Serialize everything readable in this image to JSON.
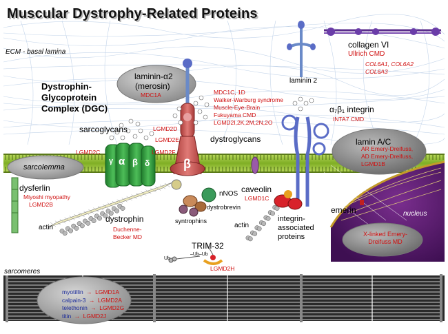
{
  "title": "Muscular Dystrophy-Related Proteins",
  "ecm_label": "ECM - basal lamina",
  "collagen": {
    "name": "collagen VI",
    "disease": "Ullrich CMD",
    "genes": [
      "COL6A1, COL6A2",
      "COL6A3"
    ]
  },
  "laminin_a2": {
    "name": "laminin-α2",
    "alt": "(merosin)",
    "gene": "MDC1A"
  },
  "laminin2": "laminin 2",
  "dgc": [
    "Dystrophin-",
    "Glycoprotein",
    "Complex (DGC)"
  ],
  "dg_diseases": [
    "MDC1C, 1D",
    "Walker-Warburg syndrome",
    "Muscle-Eye-Brain",
    "Fukuyama CMD",
    "LGMD2I,2K,2M,2N,2O"
  ],
  "integrin": {
    "name": "α₇β₁ integrin",
    "disease": "INTA7 CMD"
  },
  "sarcoglycans": "sarcoglycans",
  "sg_genes": {
    "d": "LGMD2D",
    "e": "LGMD2E",
    "c": "LGMD2C",
    "f": "LGMD2F"
  },
  "sg_letters": {
    "a": "α",
    "b": "β",
    "d": "δ",
    "g": "γ"
  },
  "beta": "β",
  "dystroglycans": "dystroglycans",
  "laminac": {
    "name": "lamin A/C",
    "d1": "AR Emery-Dreifuss,",
    "d2": "AD Emery-Dreifuss,",
    "d3": "LGMD1B"
  },
  "sarcolemma": "sarcolemma",
  "dysferlin": {
    "name": "dysferlin",
    "d1": "Miyoshi myopathy",
    "d2": "LGMD2B"
  },
  "nnos": "nNOS",
  "caveolin": {
    "name": "caveolin",
    "gene": "LGMD1C"
  },
  "dystrobrevin": "dystrobrevin",
  "syntrophins": "syntrophins",
  "dystrophin": {
    "name": "dystrophin",
    "d1": "Duchenne-",
    "d2": "Becker MD"
  },
  "actin1": "actin",
  "actin2": "actin",
  "integrin_assoc": [
    "integrin-",
    "associated",
    "proteins"
  ],
  "emerin": "emerin",
  "nucleus": "nucleus",
  "xlinked": [
    "X-linked Emery-",
    "Dreifuss MD"
  ],
  "trim": {
    "name": "TRIM-32",
    "gene": "LGMD2H",
    "ub": "Ub",
    "ub_chain": "–Ub–Ub"
  },
  "sarcomeres": "sarcomeres",
  "sarcomere_proteins": [
    {
      "protein": "myotillin",
      "arrow": "→",
      "gene": "LGMD1A"
    },
    {
      "protein": "calpain-3",
      "arrow": "→",
      "gene": "LGMD2A"
    },
    {
      "protein": "telethonin",
      "arrow": "→",
      "gene": "LGMD2G"
    },
    {
      "protein": "titin",
      "arrow": "→",
      "gene": "LGMD2J"
    }
  ],
  "colors": {
    "membrane": "#8ab82c",
    "sarcoglycan": "#2f9a3a",
    "dystroglycan": "#c24a48",
    "integrin": "#5a6cc6",
    "nucleus": "#5a1a6e",
    "oval": "#9a9a9a",
    "gene_text": "#d01010",
    "protein_text": "#1a2a9a"
  }
}
